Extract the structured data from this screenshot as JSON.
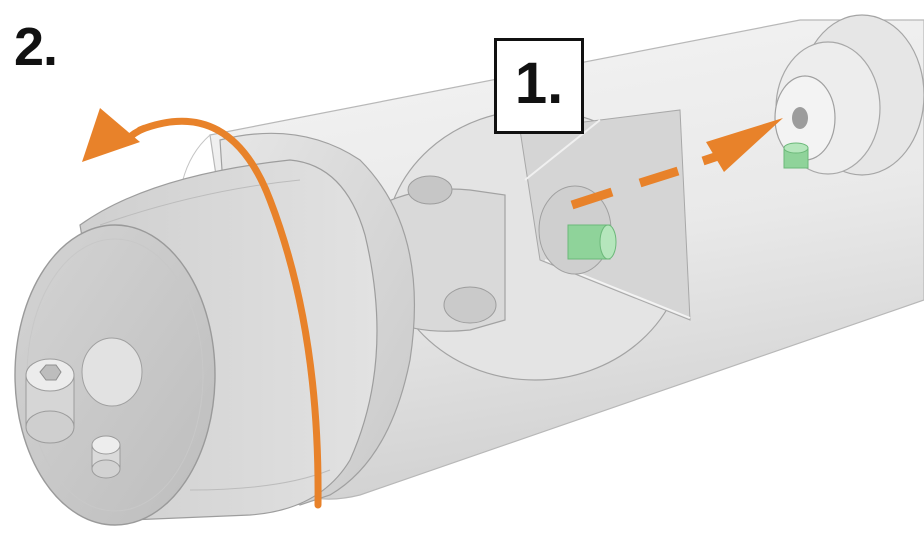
{
  "steps": {
    "step1_label": "1.",
    "step2_label": "2."
  },
  "illustration": {
    "subject": "shaft-coupling-assembly",
    "colors": {
      "arrow": "#E8822A",
      "pin": "#8FD39A",
      "body_light": "#EDEDED",
      "body_mid": "#D6D6D6",
      "body_dark": "#B0B0B0",
      "outline": "#9A9A9A"
    }
  }
}
